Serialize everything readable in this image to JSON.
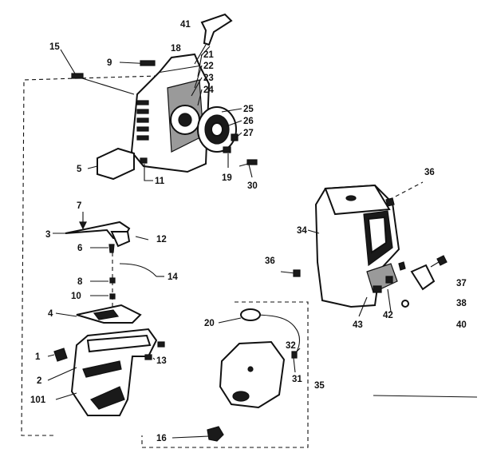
{
  "diagram": {
    "labels": {
      "p41": "41",
      "p18": "18",
      "p9": "9",
      "p15": "15",
      "p21": "21",
      "p22": "22",
      "p23": "23",
      "p24": "24",
      "p25": "25",
      "p26": "26",
      "p27": "27",
      "p5": "5",
      "p11": "11",
      "p19": "19",
      "p30": "30",
      "p7": "7",
      "p3": "3",
      "p12": "12",
      "p6": "6",
      "p14": "14",
      "p8": "8",
      "p10": "10",
      "p4": "4",
      "p13": "13",
      "p1": "1",
      "p2": "2",
      "p101": "101",
      "p16": "16",
      "p20": "20",
      "p32": "32",
      "p31": "31",
      "p35": "35",
      "p36a": "36",
      "p34": "34",
      "p36b": "36",
      "p43": "43",
      "p42": "42",
      "p37": "37",
      "p38": "38",
      "p40": "40"
    }
  }
}
